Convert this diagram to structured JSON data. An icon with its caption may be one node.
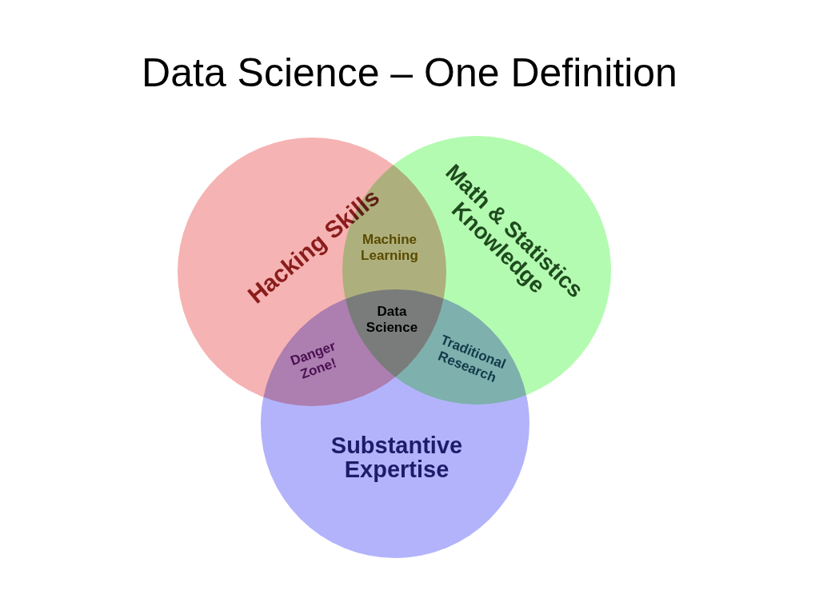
{
  "diagram": {
    "title": "Data Science – One Definition",
    "nodes": [
      {
        "text": [
          "Hacking Skills"
        ]
      },
      {
        "text": [
          "Math & Statistics Knowledge"
        ]
      },
      {
        "text": [
          "Substantive Expertise"
        ]
      }
    ],
    "labels": [
      "Machine Learning",
      "Data Science",
      "Danger Zone!",
      "Traditional Research"
    ]
  }
}
